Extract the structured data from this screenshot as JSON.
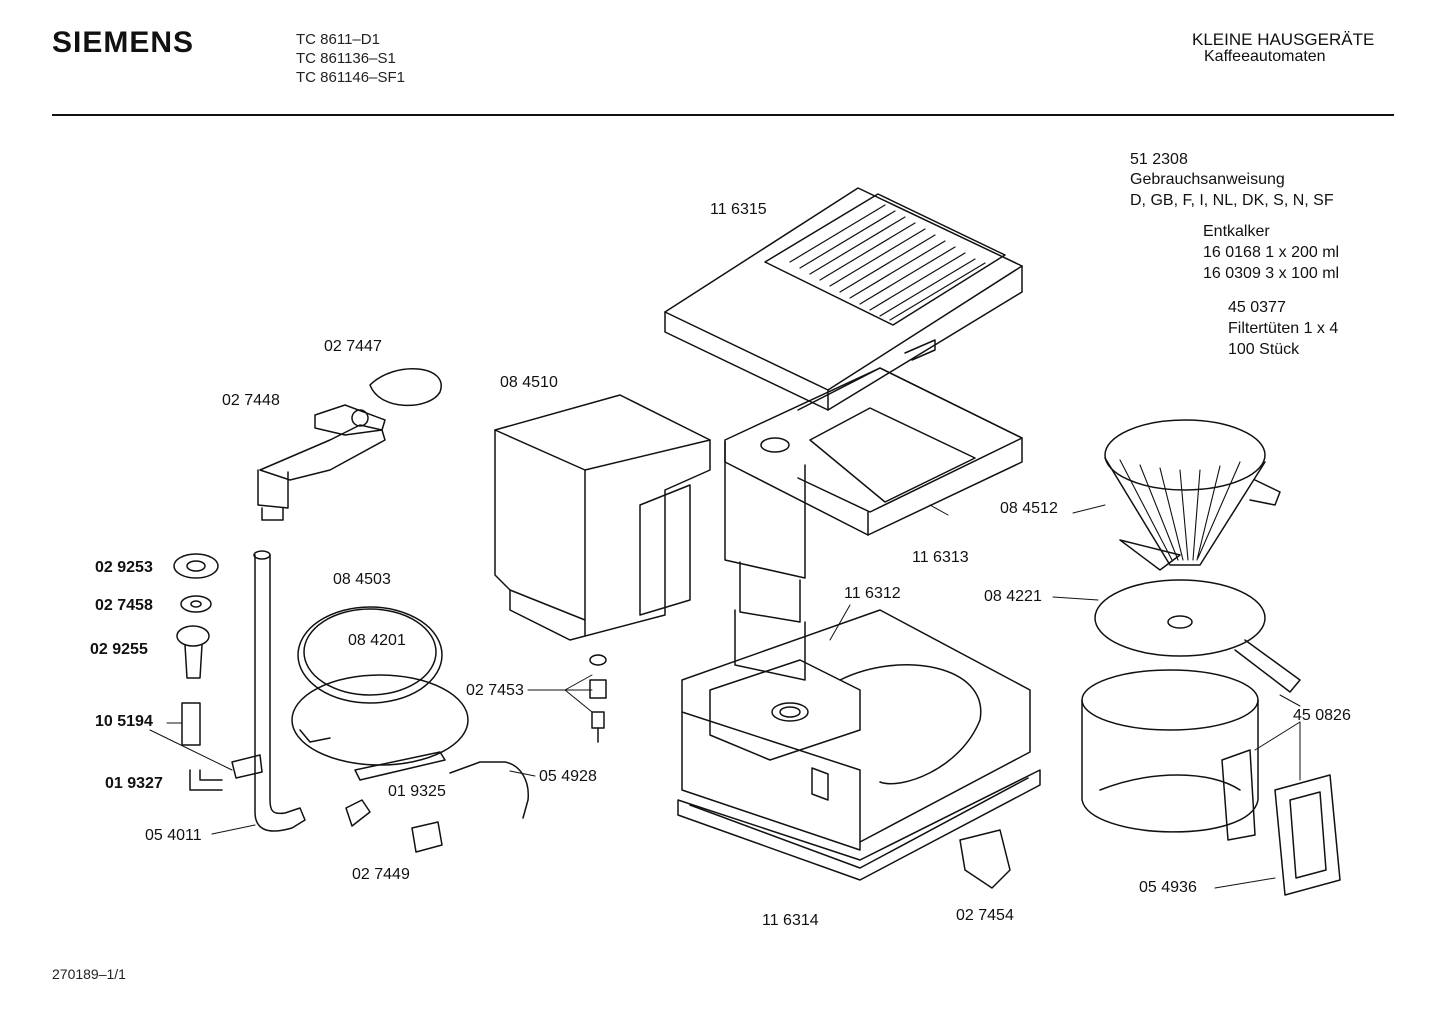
{
  "header": {
    "brand": "SIEMENS",
    "models": [
      "TC  8611–D1",
      "TC  861136–S1",
      "TC  861146–SF1"
    ],
    "category": "KLEINE HAUSGERÄTE",
    "subcategory": "Kaffeeautomaten"
  },
  "accessories": {
    "manual_no": "51 2308",
    "manual_name": "Gebrauchsanweisung",
    "manual_langs": "D, GB, F, I, NL, DK, S, N, SF",
    "descaler_title": "Entkalker",
    "descaler_1": "16 0168  1 x 200 ml",
    "descaler_2": "16 0309  3 x 100 ml",
    "filter_no": "45 0377",
    "filter_name": "Filtertüten 1 x 4",
    "filter_qty": "100 Stück"
  },
  "parts": {
    "p116315": "11 6315",
    "p027447": "02 7447",
    "p027448": "02 7448",
    "p084510": "08 4510",
    "p029253": "02 9253",
    "p027458": "02 7458",
    "p029255": "02 9255",
    "p105194": "10 5194",
    "p019327": "01 9327",
    "p054011": "05 4011",
    "p084503": "08 4503",
    "p084201": "08 4201",
    "p027453": "02 7453",
    "p019325": "01 9325",
    "p054928": "05 4928",
    "p027449": "02 7449",
    "p116313": "11 6313",
    "p116312": "11 6312",
    "p116314": "11 6314",
    "p027454": "02 7454",
    "p084512": "08 4512",
    "p084221": "08 4221",
    "p450826": "45 0826",
    "p054936": "05 4936"
  },
  "footer": {
    "doc_no": "270189–1/1"
  }
}
